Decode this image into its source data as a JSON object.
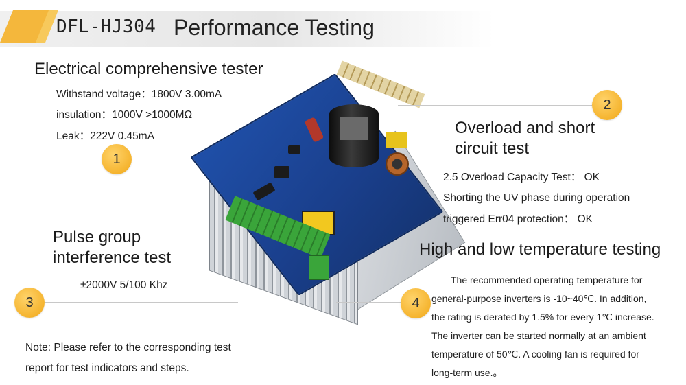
{
  "header": {
    "model": "DFL-HJ304",
    "heading": "Performance Testing"
  },
  "sections": {
    "electrical": {
      "title": "Electrical comprehensive tester",
      "lines": [
        "Withstand voltage：1800V   3.00mA",
        "insulation：1000V   >1000MΩ",
        "Leak：222V    0.45mA"
      ],
      "badge": "1"
    },
    "overload": {
      "title_line1": "Overload and short",
      "title_line2": "circuit test",
      "lines": [
        "2.5 Overload Capacity Test： OK",
        "Shorting the UV phase during operation",
        "triggered Err04 protection： OK"
      ],
      "badge": "2"
    },
    "pulse": {
      "title_line1": "Pulse group",
      "title_line2": "interference test",
      "spec": "±2000V  5/100 Khz",
      "badge": "3"
    },
    "temperature": {
      "title": "High and low temperature testing",
      "paragraph_lines": [
        "The recommended operating temperature for",
        "general-purpose inverters is -10~40℃. In addition,",
        "the rating is derated by 1.5% for every 1℃ increase.",
        "The inverter can be started normally at an ambient",
        "temperature of 50℃. A cooling fan is required for",
        "long-term use.。"
      ],
      "badge": "4"
    }
  },
  "note": {
    "line1": "Note: Please refer to the corresponding test",
    "line2": "report for test indicators and steps."
  },
  "colors": {
    "accent": "#f4b73c",
    "badge": "#f5b42f",
    "pcb": "#1f4fa8"
  }
}
